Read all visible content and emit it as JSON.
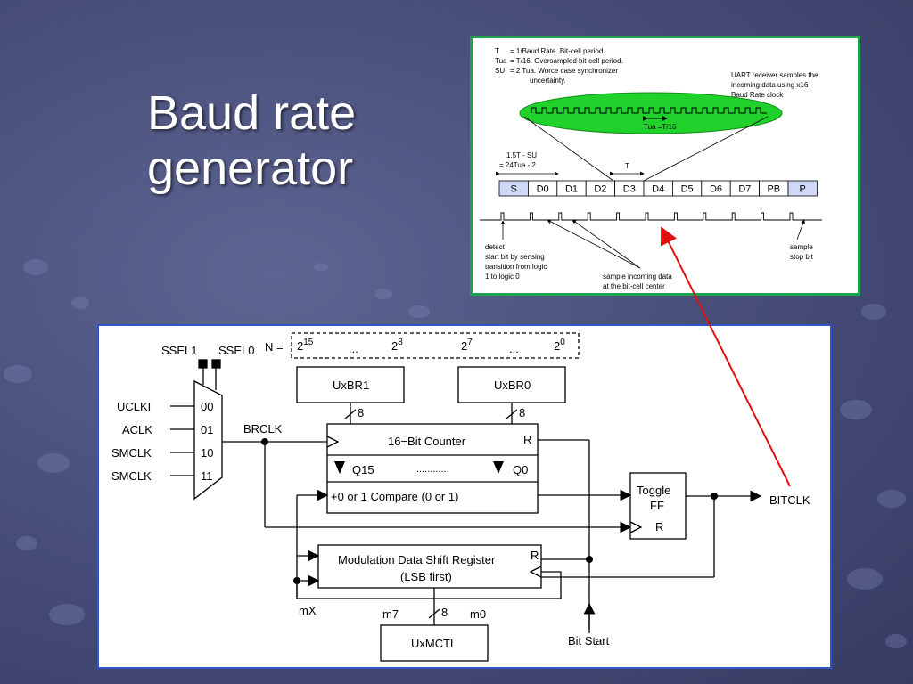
{
  "slide": {
    "title_line1": "Baud rate",
    "title_line2": "generator"
  },
  "uart_diagram": {
    "defs": [
      [
        "T",
        "= 1/Baud Rate.  Bit-cell period."
      ],
      [
        "Tua",
        "= T/16.  Oversampled bit-cell period."
      ],
      [
        "SU",
        "= 2 Tua. Worce case synchronizer"
      ]
    ],
    "defs_cont": "uncertainty.",
    "receiver_note": [
      "UART receiver samples the",
      "incoming data using x16",
      "Baud Rate clock"
    ],
    "tua_label": "Tua =T/16",
    "offset_label": [
      "1.5T - SU",
      "= 24Tua - 2"
    ],
    "t_label": "T",
    "frame_bits": [
      "S",
      "D0",
      "D1",
      "D2",
      "D3",
      "D4",
      "D5",
      "D6",
      "D7",
      "PB",
      "P"
    ],
    "detect_note": [
      "detect",
      "start bit by sensing",
      "transition from logic",
      "1 to logic 0"
    ],
    "sample_note": [
      "sample incoming  data",
      "at the bit-cell center"
    ],
    "stop_note": [
      "sample",
      "stop bit"
    ]
  },
  "brg_diagram": {
    "ssel1": "SSEL1",
    "ssel0": "SSEL0",
    "n_label": "N =",
    "n_bits": {
      "b15_base": "2",
      "b15_exp": "15",
      "dots1": "...",
      "b8_base": "2",
      "b8_exp": "8",
      "b7_base": "2",
      "b7_exp": "7",
      "dots2": "...",
      "b0_base": "2",
      "b0_exp": "0"
    },
    "clock_inputs": [
      "UCLKI",
      "ACLK",
      "SMCLK",
      "SMCLK"
    ],
    "mux_codes": [
      "00",
      "01",
      "10",
      "11"
    ],
    "brclk": "BRCLK",
    "uxbr1": "UxBR1",
    "uxbr0": "UxBR0",
    "bus_width": "8",
    "counter": "16−Bit Counter",
    "counter_reset": "R",
    "q15": "Q15",
    "q_dots": "............",
    "q0": "Q0",
    "compare": "+0 or 1 Compare (0 or 1)",
    "toggle_line1": "Toggle",
    "toggle_line2": "FF",
    "toggle_reset": "R",
    "bitclk": "BITCLK",
    "mod_line1": "Modulation Data Shift Register",
    "mod_line2": "(LSB first)",
    "mod_reset": "R",
    "mx": "mX",
    "m7": "m7",
    "m0": "m0",
    "uxmctl": "UxMCTL",
    "bit_start": "Bit Start"
  },
  "colors": {
    "arrow": "#e01010",
    "ellipse": "#1fd12a",
    "uart_border": "#1aa34a",
    "brg_border": "#3355cc"
  }
}
